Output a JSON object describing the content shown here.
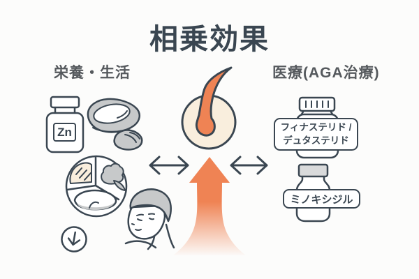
{
  "title": "相乗効果",
  "left_section": {
    "label": "栄養・生活",
    "supplement_label": "Zn",
    "icons": [
      "zinc-supplement-bottle",
      "oysters",
      "balanced-meal-plate",
      "down-arrow-circle",
      "resting-person"
    ]
  },
  "center": {
    "icons": [
      "hair-follicle",
      "growth-up-arrow",
      "left-double-arrow",
      "right-double-arrow"
    ]
  },
  "right_section": {
    "label": "医療(AGA治療)",
    "medicines": [
      {
        "line1": "フィナステリド /",
        "line2": "デュタステリド"
      },
      {
        "line1": "ミノキシジル"
      }
    ]
  },
  "colors": {
    "ink": "#3a4651",
    "label": "#55595d",
    "orange": "#ef8354",
    "cream": "#f9eedd",
    "gray": "#c7c9ca",
    "graylight": "#d9dadb",
    "paper": "#ffffff",
    "background": "#fcfcfb"
  }
}
